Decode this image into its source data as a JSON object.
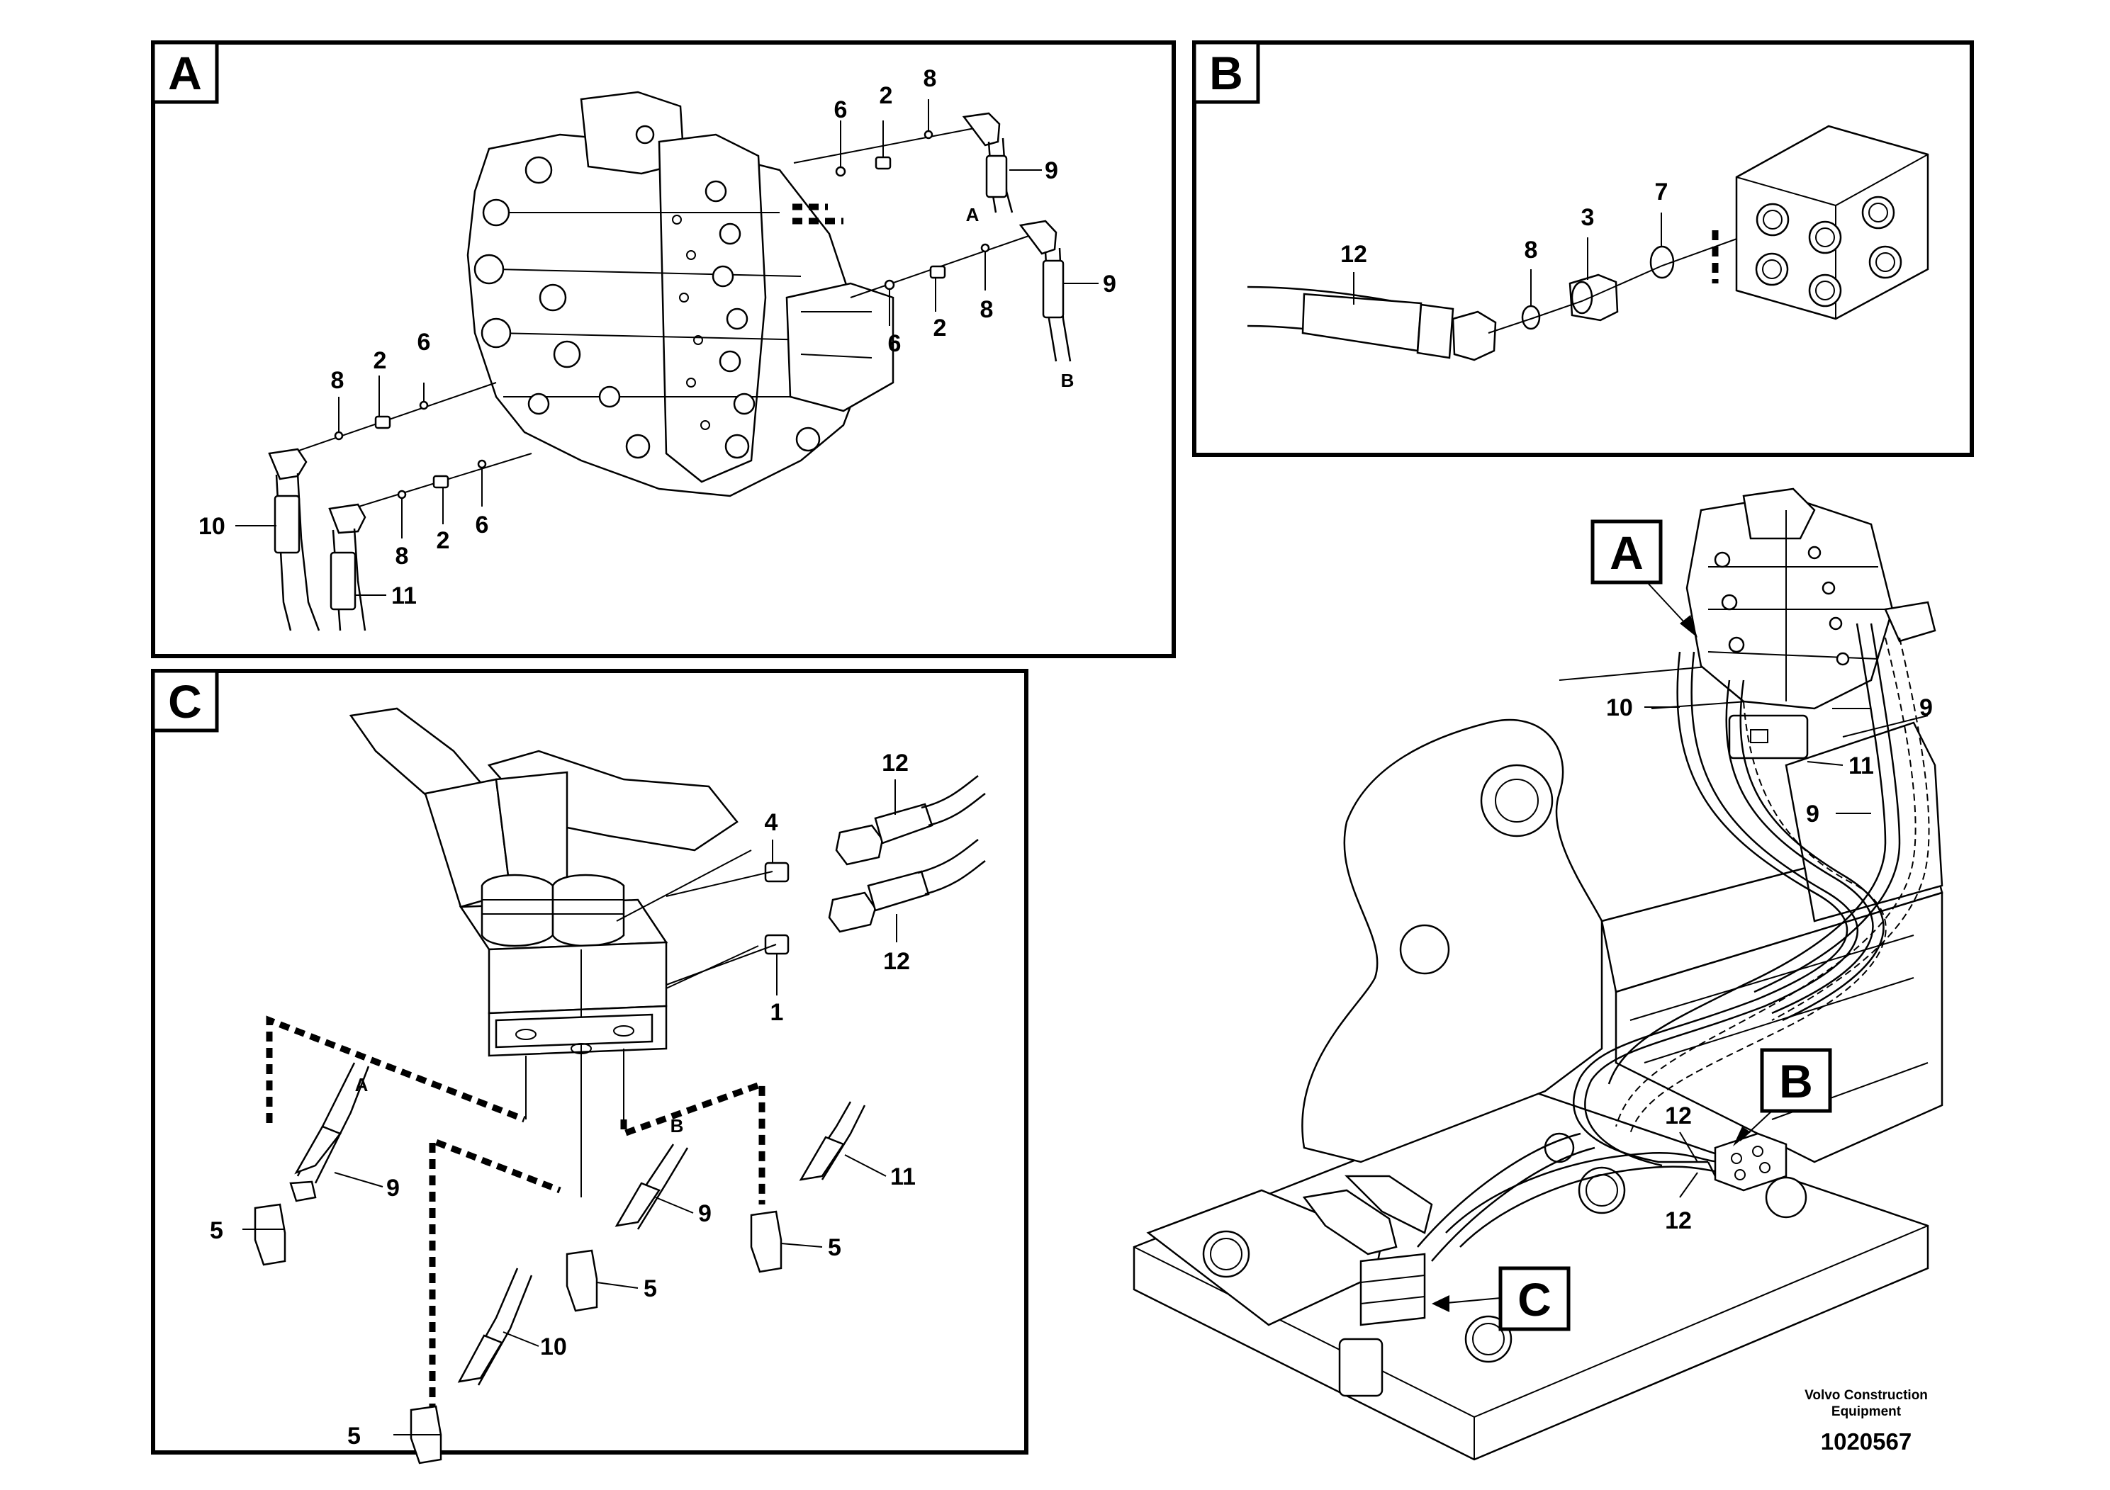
{
  "panels": {
    "A": {
      "tag": "A",
      "labels": {
        "n6a": "6",
        "n2a": "2",
        "n8a": "8",
        "n9a": "9",
        "ltrA": "A",
        "n9b": "9",
        "n8b": "8",
        "n2b": "2",
        "n6b": "6",
        "ltrB": "B",
        "n8c": "8",
        "n2c": "2",
        "n6c": "6",
        "n10": "10",
        "n8d": "8",
        "n2d": "2",
        "n6d": "6",
        "n11": "11"
      }
    },
    "B": {
      "tag": "B",
      "labels": {
        "n12": "12",
        "n8": "8",
        "n3": "3",
        "n7": "7"
      }
    },
    "C": {
      "tag": "C",
      "labels": {
        "n12a": "12",
        "n4": "4",
        "n12b": "12",
        "n1": "1",
        "ltrA": "A",
        "ltrB": "B",
        "n9a": "9",
        "n5a": "5",
        "n9b": "9",
        "n5b": "5",
        "n11": "11",
        "n5c": "5",
        "n10": "10",
        "n5d": "5"
      }
    },
    "overview": {
      "tagA": "A",
      "tagB": "B",
      "tagC": "C",
      "labels": {
        "n10": "10",
        "n9a": "9",
        "n11": "11",
        "n9b": "9",
        "n12a": "12",
        "n12b": "12"
      }
    }
  },
  "footer": {
    "credit_line1": "Volvo Construction",
    "credit_line2": "Equipment",
    "doc_number": "1020567"
  }
}
